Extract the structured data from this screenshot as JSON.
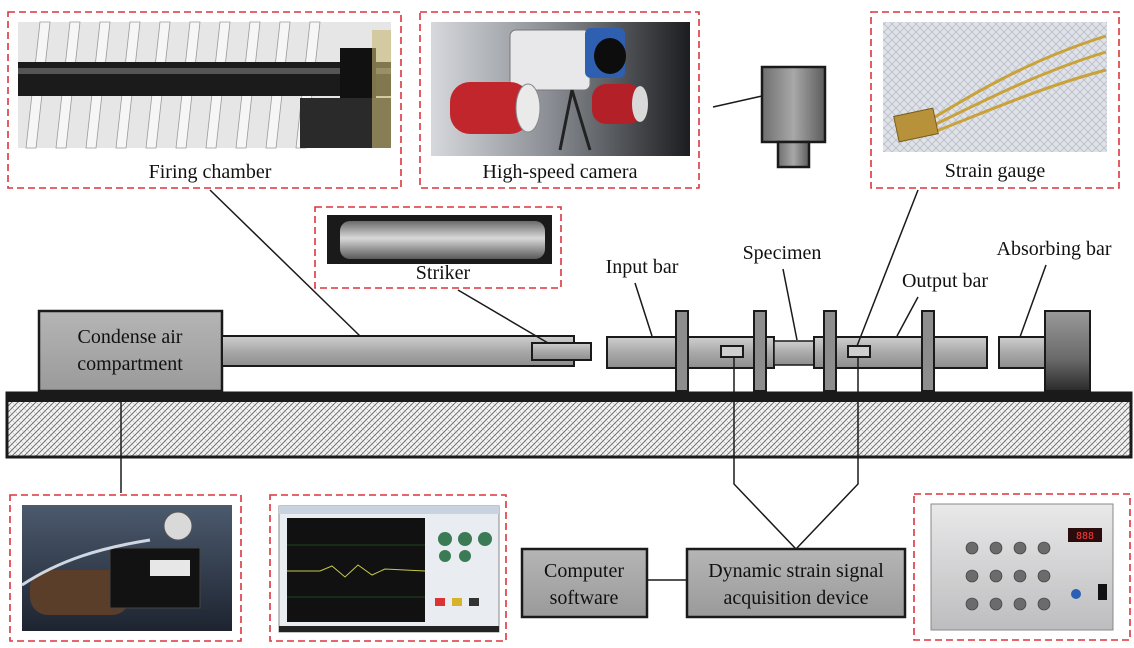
{
  "labels": {
    "firing_chamber": "Firing chamber",
    "high_speed_camera": "High-speed camera",
    "strain_gauge": "Strain gauge",
    "striker": "Striker",
    "input_bar": "Input bar",
    "specimen": "Specimen",
    "output_bar": "Output bar",
    "absorbing_bar": "Absorbing bar",
    "condense_air_line1": "Condense air",
    "condense_air_line2": "compartment",
    "computer_software_line1": "Computer",
    "computer_software_line2": "software",
    "acquisition_line1": "Dynamic strain signal",
    "acquisition_line2": "acquisition device"
  },
  "colors": {
    "frame_dash": "#d9363e",
    "device_fill": "#b8b8b8",
    "outline": "#1a1a1a"
  }
}
